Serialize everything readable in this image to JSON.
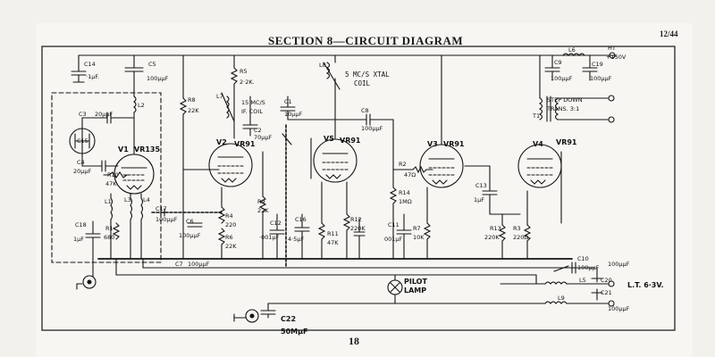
{
  "header": {
    "title": "SECTION 8—CIRCUIT DIAGRAM",
    "page_ref": "12/44",
    "page_number": "18"
  },
  "labels": {
    "c14": "C14",
    "c14v": "·1µF.",
    "c5": "C5",
    "c5v": "100µµF",
    "r8": "R8",
    "r8v": "22K",
    "r5": "R5",
    "r5v": "2·2K.",
    "lb": "L8",
    "xtal": "5 MC/S XTAL",
    "coil": "COIL",
    "l7": "L7",
    "l7note": "15 MC/S",
    "l7note2": "IF. COIL",
    "c1": "C1",
    "c1v": "10µµF",
    "c2": "C2",
    "c2v": "70µµF",
    "c8": "C8",
    "c8v": "100µµF",
    "c3": "C3",
    "c3v": "20µµF",
    "c15": "C15",
    "c4": "C4",
    "c4v": "20µµF",
    "l2": "L2",
    "l1": "L1",
    "l3": "L3",
    "l4": "L4",
    "r10": "R10",
    "r10v": "47K",
    "v1": "V1",
    "v1t": "VR135",
    "v2": "V2",
    "v2t": "VR91",
    "v5": "V5",
    "v5t": "VR91",
    "v3": "V3",
    "v3t": "VR91",
    "v4": "V4",
    "v4t": "VR91",
    "c18": "C18",
    "c18v": "1µF",
    "r1": "R1",
    "r1v": "680",
    "c17": "C17",
    "c17v": "100µµF",
    "c6": "C6",
    "c6v": "100µµF",
    "r4": "R4",
    "r4v": "220",
    "r6": "R6",
    "r6v": "22K",
    "r9": "R9",
    "r9v": "22K",
    "c12": "C12",
    "c12v": "·001µF",
    "c16": "C16",
    "c16v": "4·5µF",
    "r11": "R11",
    "r11v": "47K",
    "r12": "R12",
    "r12v": "220K",
    "r2": "R2",
    "r2v": "47Ω",
    "r14": "R14",
    "r14v": "1MΩ",
    "c11": "C11",
    "c11v": "001µF",
    "r7": "R7",
    "r7v": "10K",
    "c13": "C13",
    "c13v": "1µF",
    "r13": "R13",
    "r13v": "220K",
    "r3": "R3",
    "r3v": "220Ω",
    "c7": "C7",
    "c7v": "100µµF",
    "c9": "C9",
    "c9v": "100µµF",
    "c19": "C19",
    "c19v": "100µµF",
    "l6": "L6",
    "ht": "HT",
    "ht_v": "+150V",
    "t1": "T1",
    "stepdown": "STEP DOWN",
    "trans": "TRANS. 3:1",
    "c10": "C10",
    "c10v": "100µµF",
    "c20": "C20",
    "c20v": "100µµF",
    "c21": "C21",
    "c21v": "100µµF",
    "l5": "L5",
    "l9": "L9",
    "lt": "L.T. 6·3V.",
    "pilot": "PILOT",
    "lamp": "LAMP",
    "c22": "C22",
    "c22v": "50MµF"
  },
  "colors": {
    "ink": "#141414",
    "paper": "#f7f6f2",
    "margin": "#f3f1ec"
  }
}
